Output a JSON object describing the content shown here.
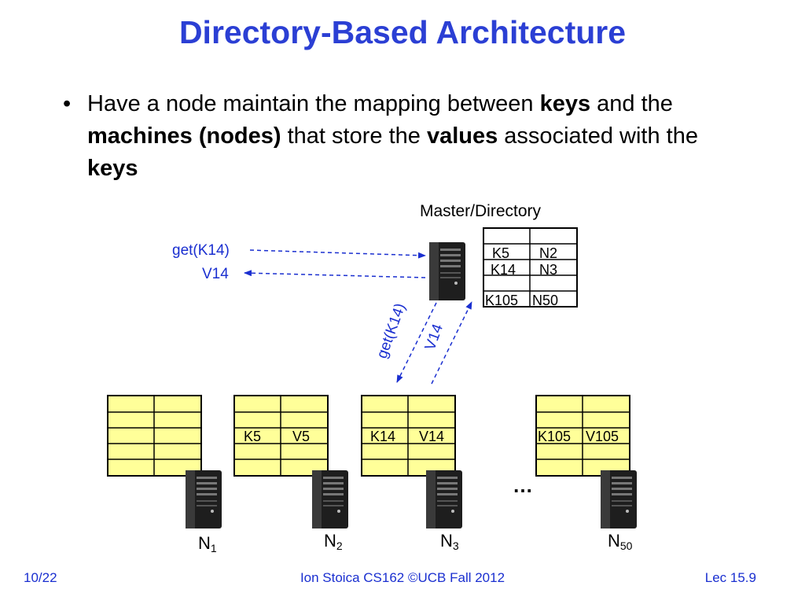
{
  "slide": {
    "title": "Directory-Based Architecture",
    "bullet_marker": "•",
    "bullet": {
      "t1": "Have a node maintain the mapping between ",
      "b1": "keys",
      "t2": " and the ",
      "b2": "machines (nodes)",
      "t3": " that store the ",
      "b3": "values",
      "t4": " associated with the ",
      "b4": "keys"
    }
  },
  "diagram": {
    "master_label": "Master/Directory",
    "request_label": "get(K14)",
    "response_label": "V14",
    "diag_request_label": "get(K14)",
    "diag_response_label": "V14",
    "master_table": [
      [
        "",
        ""
      ],
      [
        "K5",
        "N2"
      ],
      [
        "K14",
        "N3"
      ],
      [
        "",
        ""
      ],
      [
        "K105",
        "N50"
      ]
    ],
    "nodes": [
      {
        "name": "N",
        "sub": "1",
        "key": "",
        "value": ""
      },
      {
        "name": "N",
        "sub": "2",
        "key": "K5",
        "value": "V5"
      },
      {
        "name": "N",
        "sub": "3",
        "key": "K14",
        "value": "V14"
      },
      {
        "name": "N",
        "sub": "50",
        "key": "K105",
        "value": "V105"
      }
    ],
    "ellipsis": "…"
  },
  "footer": {
    "left": "10/22",
    "center": "Ion Stoica CS162 ©UCB Fall 2012",
    "right": "Lec 15.9"
  },
  "colors": {
    "title": "#2b3fd4",
    "annotation_blue": "#1a2fd0",
    "table_fill": "#ffff99",
    "server_dark": "#1e1e1e"
  },
  "icons": [
    "server-icon"
  ]
}
